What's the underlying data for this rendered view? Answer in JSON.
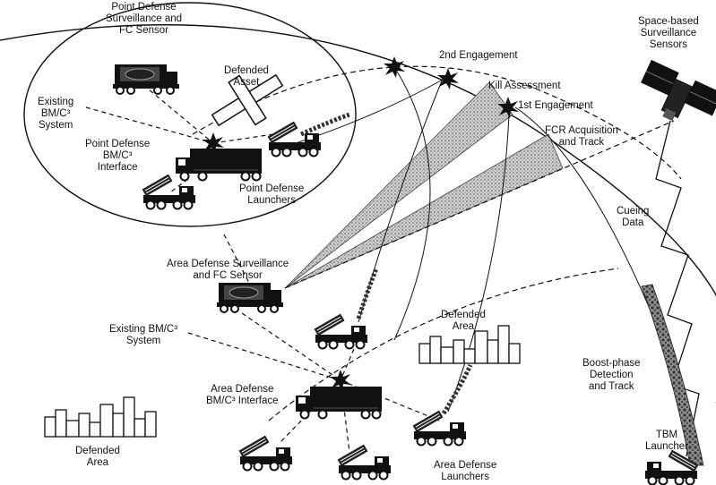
{
  "labels": {
    "point_defense_sensor": [
      "Point Defense",
      "Surveillance and",
      "FC Sensor"
    ],
    "defended_asset": [
      "Defended",
      "Asset"
    ],
    "existing_bmc3_system_top": [
      "Existing",
      "BM/C³",
      "System"
    ],
    "point_defense_bmc3": [
      "Point Defense",
      "BM/C³",
      "Interface"
    ],
    "point_defense_launchers": [
      "Point Defense",
      "Launchers"
    ],
    "second_engagement": [
      "2nd Engagement"
    ],
    "kill_assessment": [
      "Kill Assessment"
    ],
    "first_engagement": [
      "1st Engagement"
    ],
    "fcr_acquisition": [
      "FCR Acquisition",
      "and Track"
    ],
    "space_sensors": [
      "Space-based",
      "Surveillance",
      "Sensors"
    ],
    "cueing_data": [
      "Cueing",
      "Data"
    ],
    "area_defense_sensor": [
      "Area Defense Surveillance",
      "and FC Sensor"
    ],
    "existing_bmc3_system_mid": [
      "Existing BM/C³",
      "System"
    ],
    "defended_area_right": [
      "Defended",
      "Area"
    ],
    "area_defense_bmc3": [
      "Area Defense",
      "BM/C³ Interface"
    ],
    "boost_phase": [
      "Boost-phase",
      "Detection",
      "and Track"
    ],
    "defended_area_left": [
      "Defended",
      "Area"
    ],
    "area_defense_launchers": [
      "Area Defense",
      "Launchers"
    ],
    "tbm_launcher": [
      "TBM",
      "Launcher"
    ]
  },
  "icons": {
    "launcher": "launcher-vehicle-icon",
    "radar": "radar-truck-icon",
    "command": "command-truck-icon",
    "satellite": "satellite-icon",
    "intercept": "intercept-burst-icon",
    "city": "city-skyline-icon",
    "asset": "runway-asset-icon"
  },
  "colors": {
    "ink": "#111111",
    "beam": "#9a9a9a",
    "background": "#ffffff"
  }
}
